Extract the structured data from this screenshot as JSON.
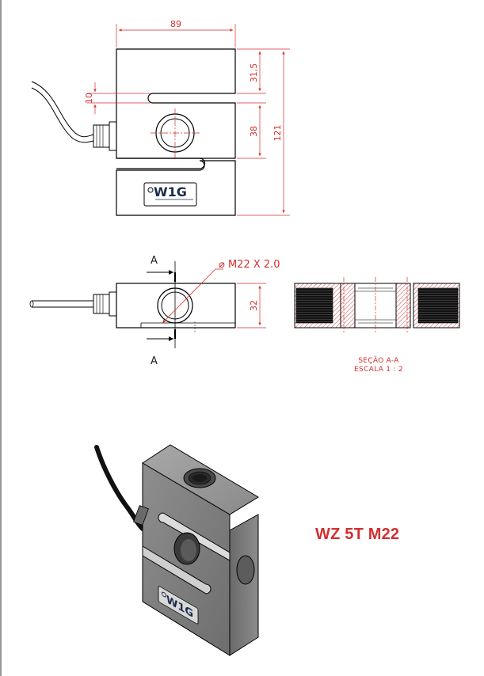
{
  "dimensions": {
    "width": "89",
    "top_gap": "31,5",
    "slot": "10",
    "center": "38",
    "height": "121",
    "thickness": "32"
  },
  "thread_callout": "⌀ M22 X 2.0",
  "section": {
    "marker": "A",
    "title": "SEÇÃO A-A",
    "scale": "ESCALA 1 : 2"
  },
  "logo_text": "W1G",
  "product_title": "WZ 5T M22",
  "colors": {
    "dimension": "#d32f2f",
    "outline": "#000000",
    "title": "#d32f2f",
    "body_gray": "#7c7c7c"
  }
}
